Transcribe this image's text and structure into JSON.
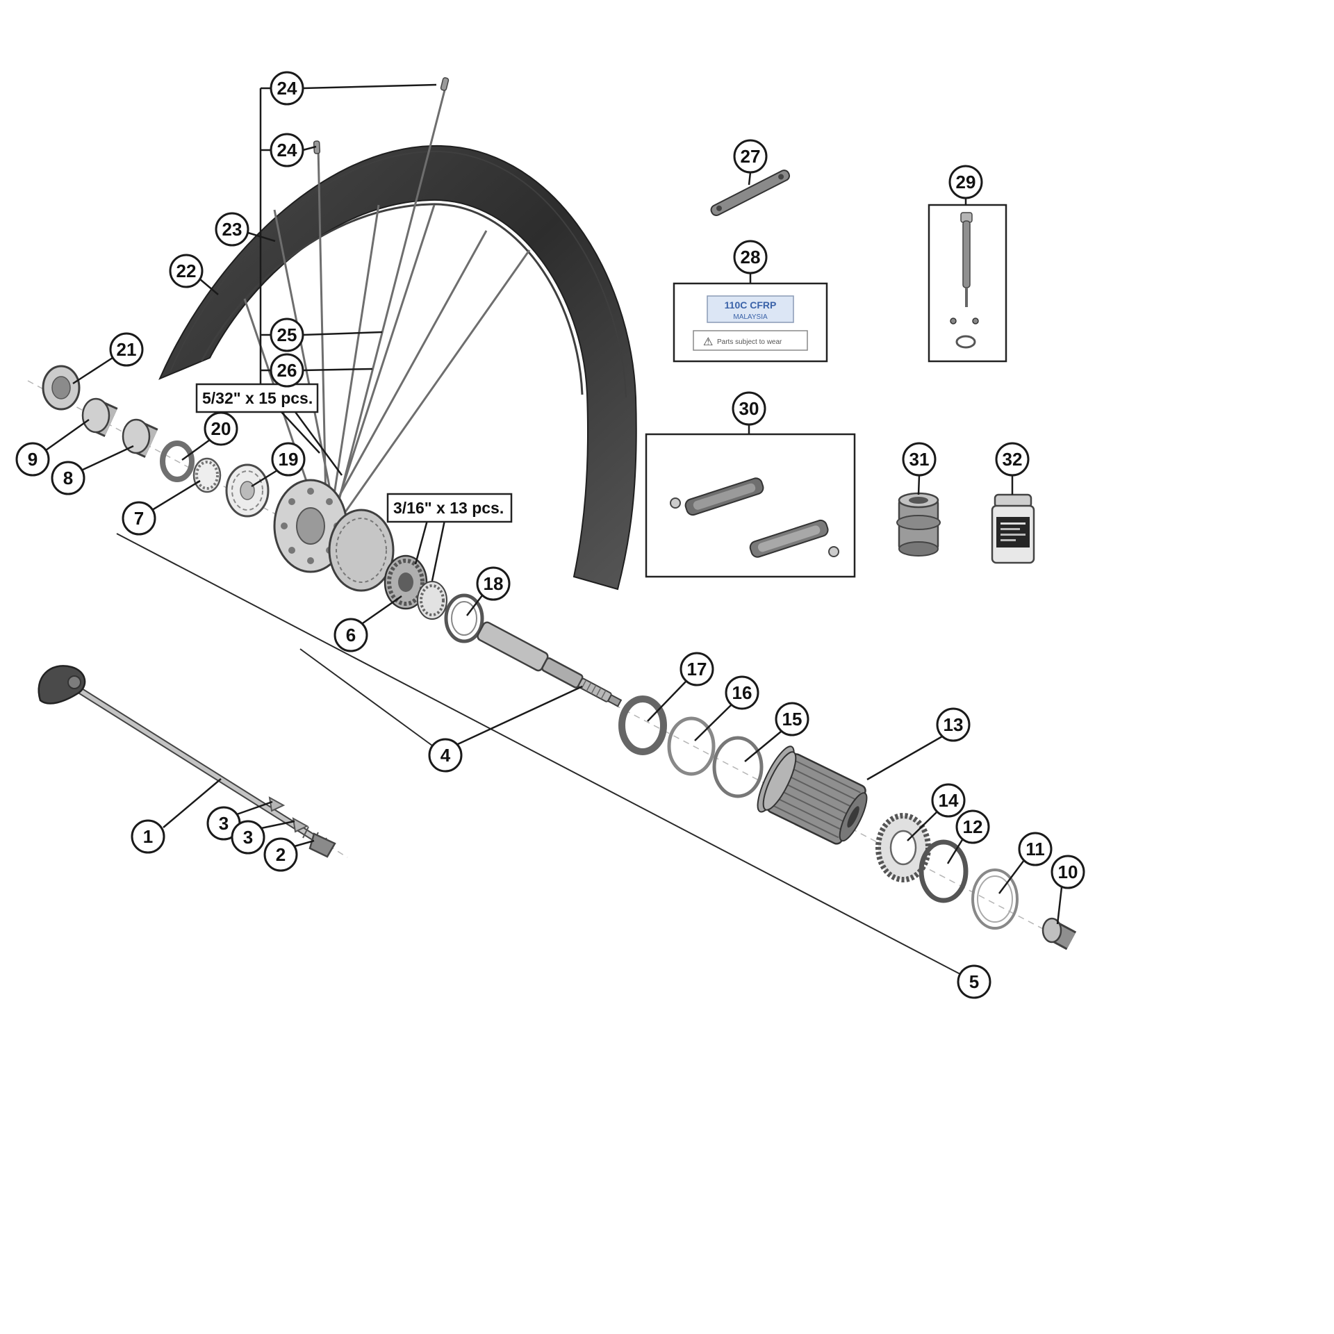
{
  "callouts": {
    "c1": "1",
    "c2": "2",
    "c3a": "3",
    "c3b": "3",
    "c4": "4",
    "c5": "5",
    "c6": "6",
    "c7": "7",
    "c8": "8",
    "c9": "9",
    "c10": "10",
    "c11": "11",
    "c12": "12",
    "c13": "13",
    "c14": "14",
    "c15": "15",
    "c16": "16",
    "c17": "17",
    "c18": "18",
    "c19": "19",
    "c20": "20",
    "c21": "21",
    "c22": "22",
    "c23": "23",
    "c24a": "24",
    "c24b": "24",
    "c25": "25",
    "c26": "26",
    "c27": "27",
    "c28": "28",
    "c29": "29",
    "c30": "30",
    "c31": "31",
    "c32": "32"
  },
  "labels": {
    "spoke_front": "5/32\" x 15 pcs.",
    "spoke_rear": "3/16\" x 13 pcs."
  },
  "sticker": {
    "line1": "110C CFRP",
    "line2": "MALAYSIA",
    "warn": "⚠",
    "caution": "Parts subject to wear"
  }
}
